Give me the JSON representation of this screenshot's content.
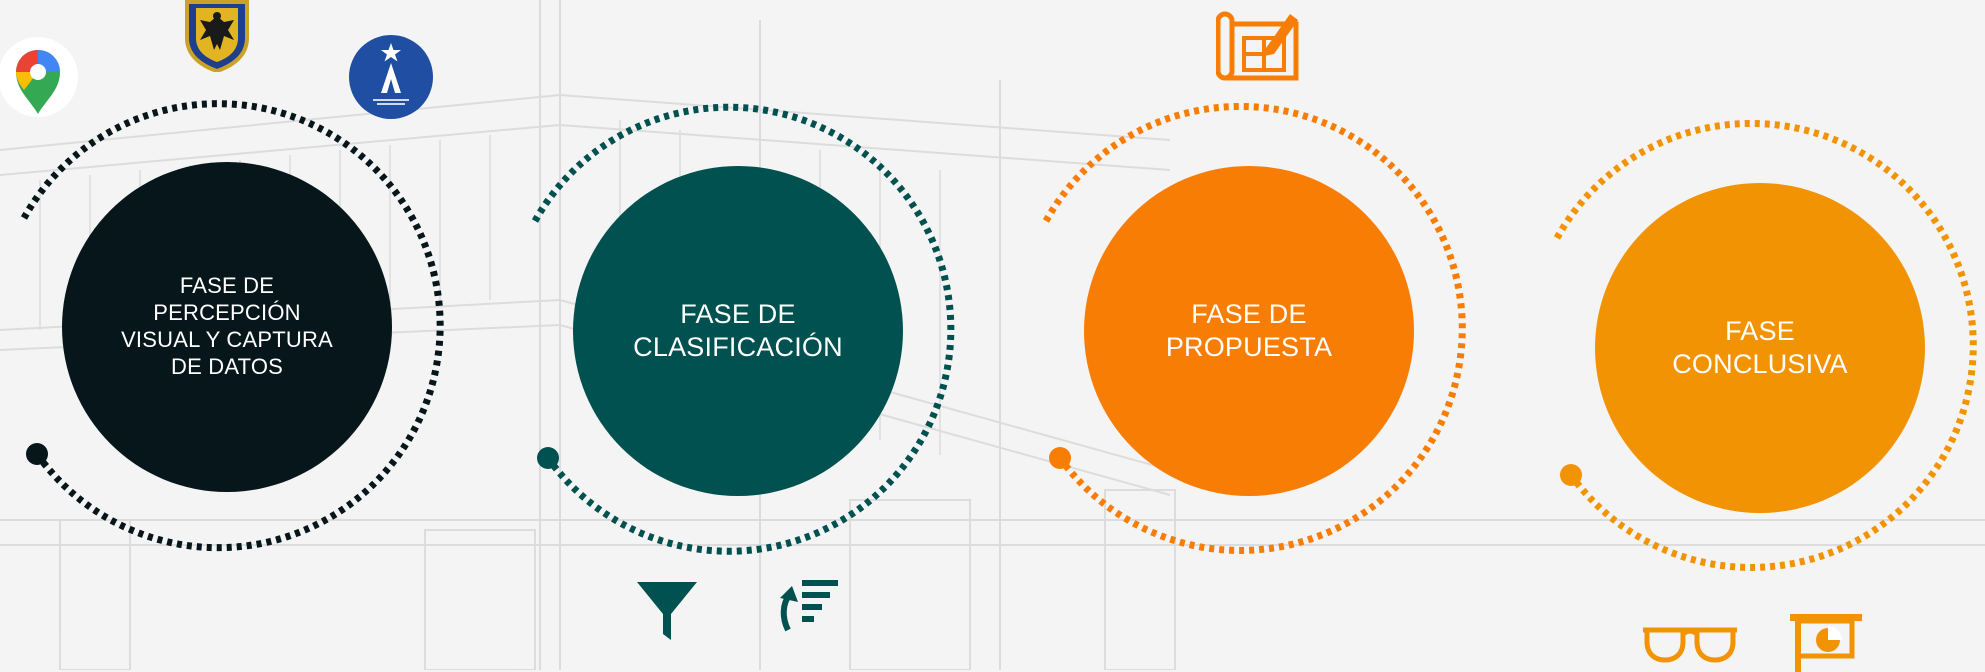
{
  "phases": [
    {
      "label": "FASE DE PERCEPCIÓN VISUAL Y CAPTURA DE DATOS",
      "color": "#06161b"
    },
    {
      "label": "FASE DE CLASIFICACIÓN",
      "color": "#00514f"
    },
    {
      "label": "FASE DE PROPUESTA",
      "color": "#f87d05"
    },
    {
      "label": "FASE CONCLUSIVA",
      "color": "#f29304"
    }
  ],
  "icons": [
    "map-pin-icon",
    "bogota-coat-of-arms-icon",
    "institution-logo-icon",
    "filter-icon",
    "sort-icon",
    "blueprint-icon",
    "glasses-icon",
    "presentation-chart-icon"
  ],
  "colors": {
    "background": "#f4f4f4",
    "sketch": "#d6d6d6",
    "dark": "#06161b",
    "teal": "#00514f",
    "orange": "#f87d05",
    "amber": "#f29304"
  }
}
